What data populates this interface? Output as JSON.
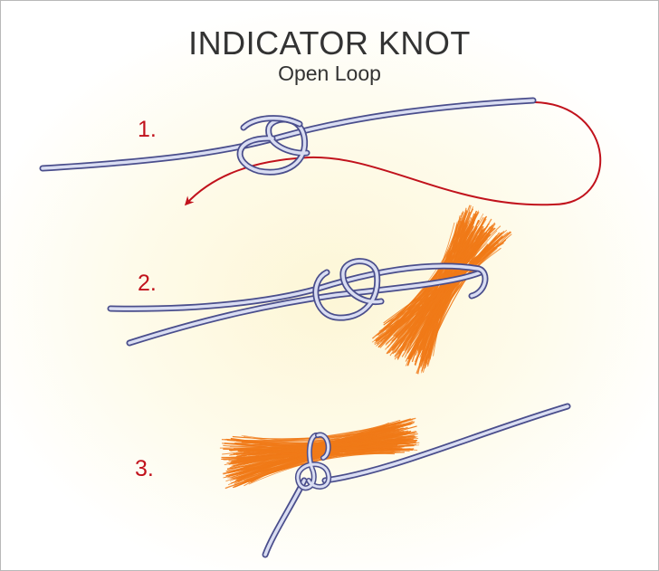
{
  "title": "INDICATOR KNOT",
  "subtitle": "Open Loop",
  "steps": [
    {
      "label": "1."
    },
    {
      "label": "2."
    },
    {
      "label": "3."
    }
  ],
  "colors": {
    "line_outline": "#4a4e8c",
    "line_fill": "#d9ddf2",
    "tag_line": "#c1121c",
    "yarn": "#f07a18",
    "step_number": "#c1121c",
    "title_text": "#333333"
  }
}
